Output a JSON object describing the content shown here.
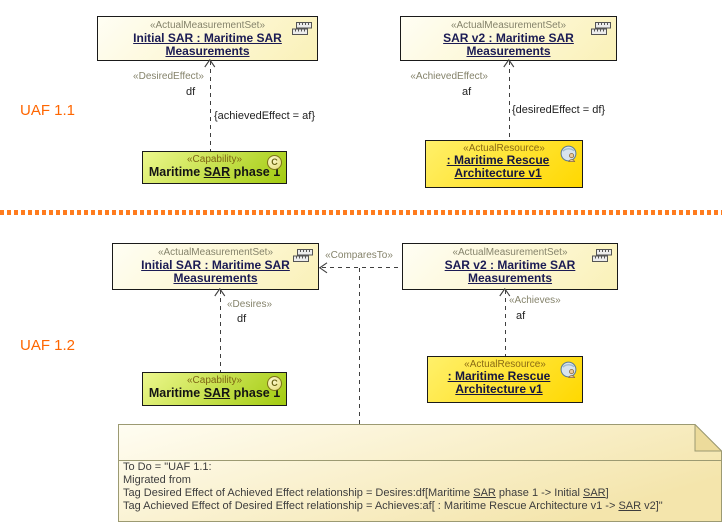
{
  "colors": {
    "accent_orange": "#FF6600",
    "capability_green": "#A2CB10",
    "resource_yellow": "#FFD800",
    "measurement_cream": "#FAF1B8"
  },
  "sections": {
    "uaf11": {
      "label": "UAF 1.1",
      "ms_left": {
        "stereotype": "«ActualMeasurementSet»",
        "name": "Initial SAR : Maritime SAR Measurements"
      },
      "ms_right": {
        "stereotype": "«ActualMeasurementSet»",
        "name": "SAR v2 : Maritime SAR Measurements"
      },
      "dep_left": {
        "stereotype": "«DesiredEffect»",
        "name": "df",
        "constraint": "{achievedEffect = af}"
      },
      "dep_right": {
        "stereotype": "«AchievedEffect»",
        "name": "af",
        "constraint": "{desiredEffect = df}"
      },
      "capability": {
        "stereotype": "«Capability»",
        "badge": "C",
        "name_segments": [
          {
            "t": "Maritime "
          },
          {
            "t": "SAR",
            "u": true
          },
          {
            "t": " phase 1"
          }
        ]
      },
      "resource": {
        "stereotype": "«ActualResource»",
        "name": ": Maritime Rescue Architecture v1"
      }
    },
    "uaf12": {
      "label": "UAF 1.2",
      "ms_left": {
        "stereotype": "«ActualMeasurementSet»",
        "name": "Initial SAR : Maritime SAR Measurements"
      },
      "ms_right": {
        "stereotype": "«ActualMeasurementSet»",
        "name": "SAR v2 : Maritime SAR Measurements"
      },
      "dep_left": {
        "stereotype": "«Desires»",
        "name": "df"
      },
      "dep_right": {
        "stereotype": "«Achieves»",
        "name": "af"
      },
      "compares_to": {
        "stereotype": "«ComparesTo»"
      },
      "capability": {
        "stereotype": "«Capability»",
        "badge": "C",
        "name_segments": [
          {
            "t": "Maritime "
          },
          {
            "t": "SAR",
            "u": true
          },
          {
            "t": " phase 1"
          }
        ]
      },
      "resource": {
        "stereotype": "«ActualResource»",
        "name": ": Maritime Rescue Architecture v1"
      }
    }
  },
  "note": {
    "lines": [
      [
        {
          "t": "To Do = \"UAF 1.1:"
        }
      ],
      [
        {
          "t": "Migrated from"
        }
      ],
      [
        {
          "t": "Tag Desired Effect of Achieved Effect relationship = Desires:df[Maritime "
        },
        {
          "t": "SAR",
          "u": true
        },
        {
          "t": " phase 1 -> Initial "
        },
        {
          "t": "SAR",
          "u": true
        },
        {
          "t": "]"
        }
      ],
      [
        {
          "t": "Tag Achieved Effect of Desired Effect relationship = Achieves:af[ : Maritime Rescue Architecture v1 -> "
        },
        {
          "t": "SAR",
          "u": true
        },
        {
          "t": " v2]\""
        }
      ]
    ]
  }
}
